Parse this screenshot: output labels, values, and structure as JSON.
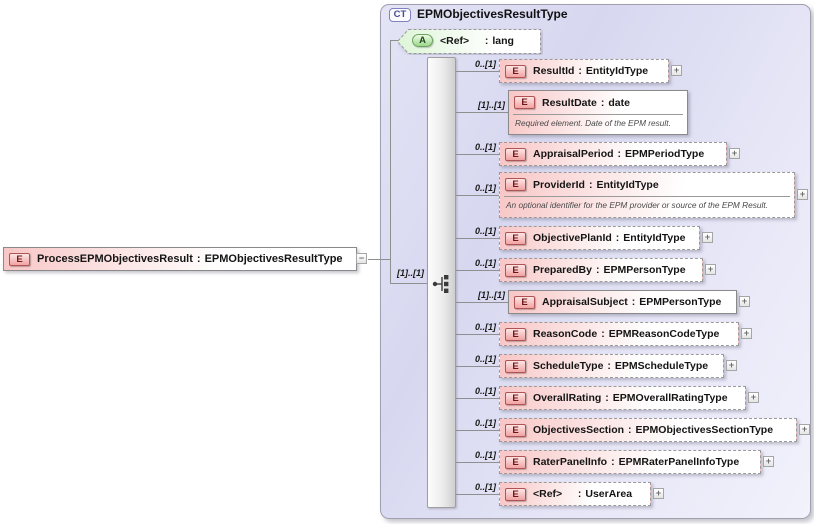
{
  "diagram": {
    "type_separator": ":",
    "expand_label": "+",
    "root": {
      "badge": "E",
      "name": "ProcessEPMObjectivesResult",
      "type": "EPMObjectivesResultType",
      "collapse_label": "−"
    },
    "complex_type": {
      "badge": "CT",
      "title": "EPMObjectivesResultType",
      "attribute": {
        "badge": "A",
        "name": "<Ref>    ",
        "type": "lang"
      },
      "sequence_cardinality": "[1]..[1]",
      "children": [
        {
          "cardinality": "0..[1]",
          "name": "ResultId",
          "type": "EntityIdType"
        },
        {
          "cardinality": "[1]..[1]",
          "name": "ResultDate",
          "type": "date",
          "annotation": "Required element. Date of the EPM result."
        },
        {
          "cardinality": "0..[1]",
          "name": "AppraisalPeriod",
          "type": "EPMPeriodType"
        },
        {
          "cardinality": "0..[1]",
          "name": "ProviderId",
          "type": "EntityIdType",
          "annotation": "An optional identifier for the EPM provider or source of the EPM Result."
        },
        {
          "cardinality": "0..[1]",
          "name": "ObjectivePlanId",
          "type": "EntityIdType"
        },
        {
          "cardinality": "0..[1]",
          "name": "PreparedBy",
          "type": "EPMPersonType"
        },
        {
          "cardinality": "[1]..[1]",
          "name": "AppraisalSubject",
          "type": "EPMPersonType"
        },
        {
          "cardinality": "0..[1]",
          "name": "ReasonCode",
          "type": "EPMReasonCodeType"
        },
        {
          "cardinality": "0..[1]",
          "name": "ScheduleType",
          "type": "EPMScheduleType"
        },
        {
          "cardinality": "0..[1]",
          "name": "OverallRating",
          "type": "EPMOverallRatingType"
        },
        {
          "cardinality": "0..[1]",
          "name": "ObjectivesSection",
          "type": "EPMObjectivesSectionType"
        },
        {
          "cardinality": "0..[1]",
          "name": "RaterPanelInfo",
          "type": "EPMRaterPanelInfoType"
        },
        {
          "cardinality": "0..[1]",
          "name": "<Ref>    ",
          "type": "UserArea"
        }
      ]
    }
  }
}
